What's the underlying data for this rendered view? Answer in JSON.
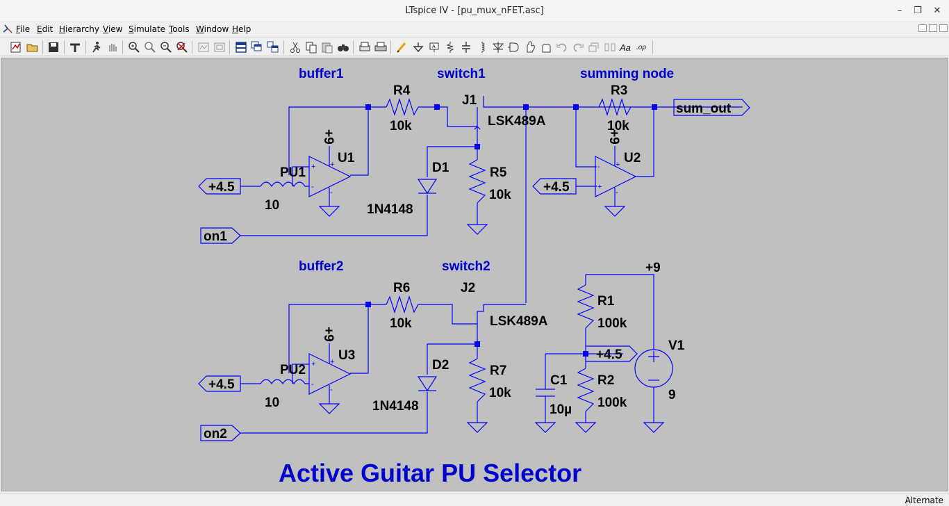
{
  "window": {
    "title": "LTspice IV - [pu_mux_nFET.asc]"
  },
  "menu": [
    "File",
    "Edit",
    "Hierarchy",
    "View",
    "Simulate",
    "Tools",
    "Window",
    "Help"
  ],
  "toolbar": {
    "icons": [
      "new-schematic-icon",
      "open-icon",
      "save-icon",
      "control-panel-icon",
      "run-icon",
      "halt-icon",
      "zoom-in-icon",
      "zoom-pan-icon",
      "zoom-out-icon",
      "zoom-cancel-icon",
      "tile-vertical-icon",
      "tile-horizontal-icon",
      "window-icon",
      "cascade-icon",
      "tile-icon",
      "cut-icon",
      "copy-icon",
      "paste-icon",
      "find-icon",
      "print-preview-icon",
      "print-icon",
      "draw-wire-icon",
      "ground-icon",
      "label-net-icon",
      "resistor-icon",
      "capacitor-icon",
      "inductor-icon",
      "diode-icon",
      "component-icon",
      "move-icon",
      "drag-icon",
      "undo-icon",
      "redo-icon",
      "rotate-icon",
      "mirror-icon",
      "text-icon",
      "spice-directive-icon"
    ]
  },
  "status": {
    "mode": "Alternate"
  },
  "schematic": {
    "colors": {
      "wire": "#0000ff",
      "text": "#000000",
      "comment": "#0000cc",
      "background": "#c0c0c0"
    },
    "comments": {
      "buffer1": "buffer1",
      "switch1": "switch1",
      "summing_node": "summing node",
      "buffer2": "buffer2",
      "switch2": "switch2",
      "title": "Active Guitar PU Selector"
    },
    "components": {
      "R4": {
        "name": "R4",
        "value": "10k"
      },
      "R3": {
        "name": "R3",
        "value": "10k"
      },
      "R5": {
        "name": "R5",
        "value": "10k"
      },
      "R6": {
        "name": "R6",
        "value": "10k"
      },
      "R7": {
        "name": "R7",
        "value": "10k"
      },
      "R1": {
        "name": "R1",
        "value": "100k"
      },
      "R2": {
        "name": "R2",
        "value": "100k"
      },
      "C1": {
        "name": "C1",
        "value": "10µ"
      },
      "V1": {
        "name": "V1",
        "value": "9"
      },
      "J1": {
        "name": "J1",
        "value": "LSK489A"
      },
      "J2": {
        "name": "J2",
        "value": "LSK489A"
      },
      "D1": {
        "name": "D1",
        "value": "1N4148"
      },
      "D2": {
        "name": "D2",
        "value": "1N4148"
      },
      "PU1": {
        "name": "PU1",
        "value": "10"
      },
      "PU2": {
        "name": "PU2",
        "value": "10"
      },
      "U1": {
        "name": "U1",
        "supply": "+9"
      },
      "U2": {
        "name": "U2",
        "supply": "+9"
      },
      "U3": {
        "name": "U3",
        "supply": "+9"
      }
    },
    "net_labels": {
      "sum_out": "sum_out",
      "on1": "on1",
      "on2": "on2",
      "in_pu1": "+4.5",
      "in_u2": "+4.5",
      "in_pu2": "+4.5",
      "bias": "+4.5",
      "supply": "+9"
    },
    "pin_marks": {
      "plus": "+",
      "minus": "-"
    }
  }
}
